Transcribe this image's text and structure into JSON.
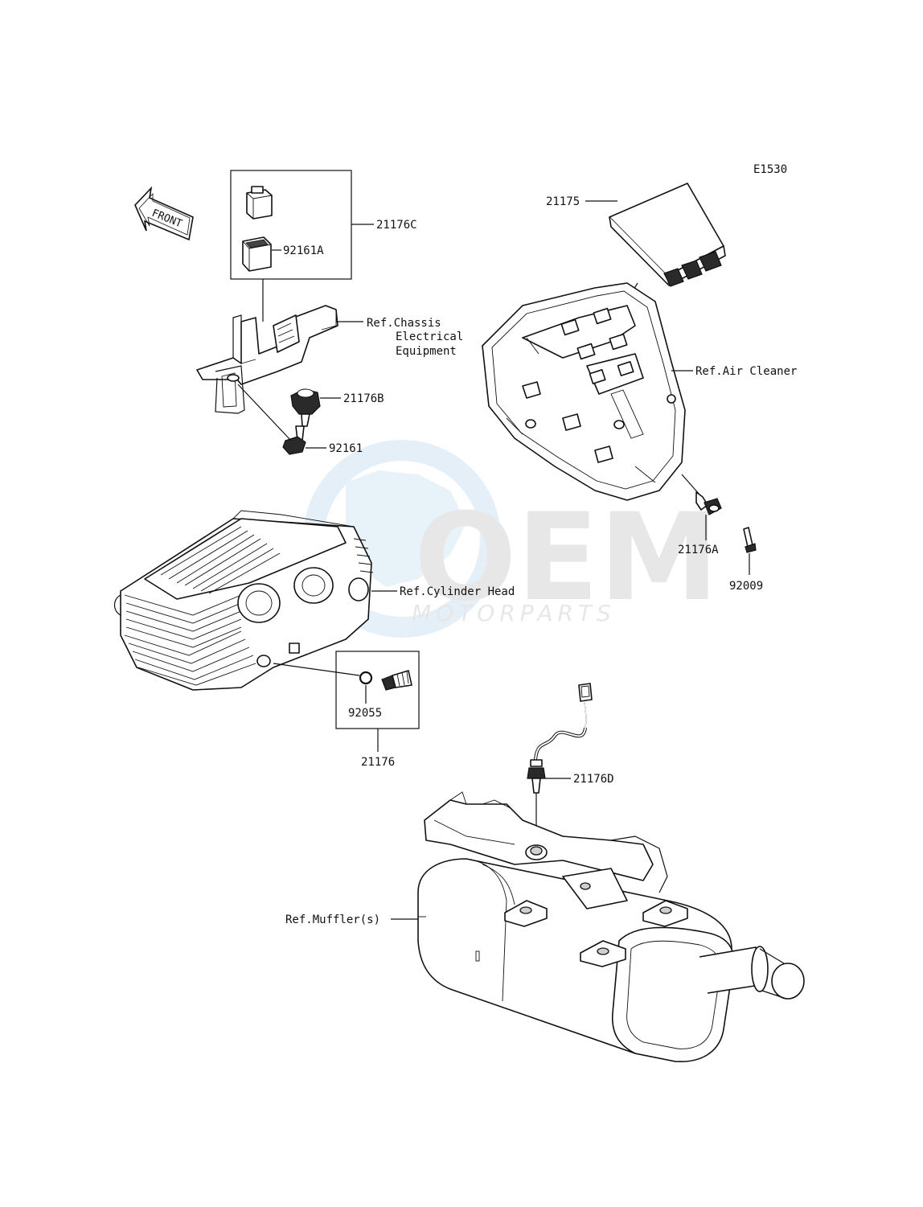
{
  "diagram_code": "E1530",
  "front_marker": "FRONT",
  "watermark": {
    "brand": "OEM",
    "tagline": "MOTORPARTS"
  },
  "callouts": {
    "c21176C": "21176C",
    "c92161A": "92161A",
    "ref_chassis_1": "Ref.Chassis",
    "ref_chassis_2": "Electrical",
    "ref_chassis_3": "Equipment",
    "c21176B": "21176B",
    "c92161": "92161",
    "c21175": "21175",
    "ref_air_cleaner": "Ref.Air Cleaner",
    "c21176A": "21176A",
    "c92009": "92009",
    "ref_cylinder_head": "Ref.Cylinder Head",
    "c92055": "92055",
    "c21176": "21176",
    "c21176D": "21176D",
    "ref_muffler": "Ref.Muffler(s)"
  },
  "colors": {
    "ink": "#111111",
    "watermark_blue": "#cfe3f3",
    "watermark_grey": "#d4d4d4"
  }
}
